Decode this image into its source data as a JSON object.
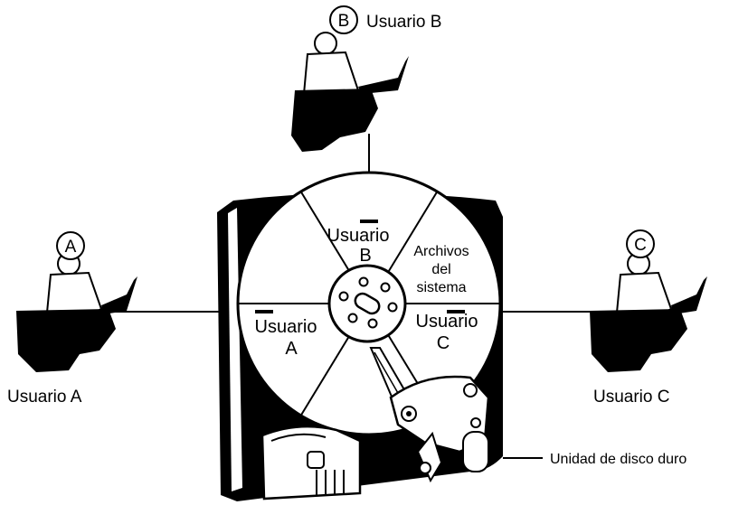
{
  "diagram": {
    "users": {
      "a": {
        "circle_letter": "A",
        "caption": "Usuario A"
      },
      "b": {
        "circle_letter": "B",
        "caption": "Usuario B"
      },
      "c": {
        "circle_letter": "C",
        "caption": "Usuario C"
      }
    },
    "platter_sections": {
      "b": [
        "Usuario",
        "B"
      ],
      "system": [
        "Archivos",
        "del",
        "sistema"
      ],
      "a": [
        "Usuario",
        "A"
      ],
      "c": [
        "Usuario",
        "C"
      ]
    },
    "drive_label": "Unidad de disco duro"
  },
  "colors": {
    "ink": "#000000",
    "paper": "#ffffff"
  }
}
